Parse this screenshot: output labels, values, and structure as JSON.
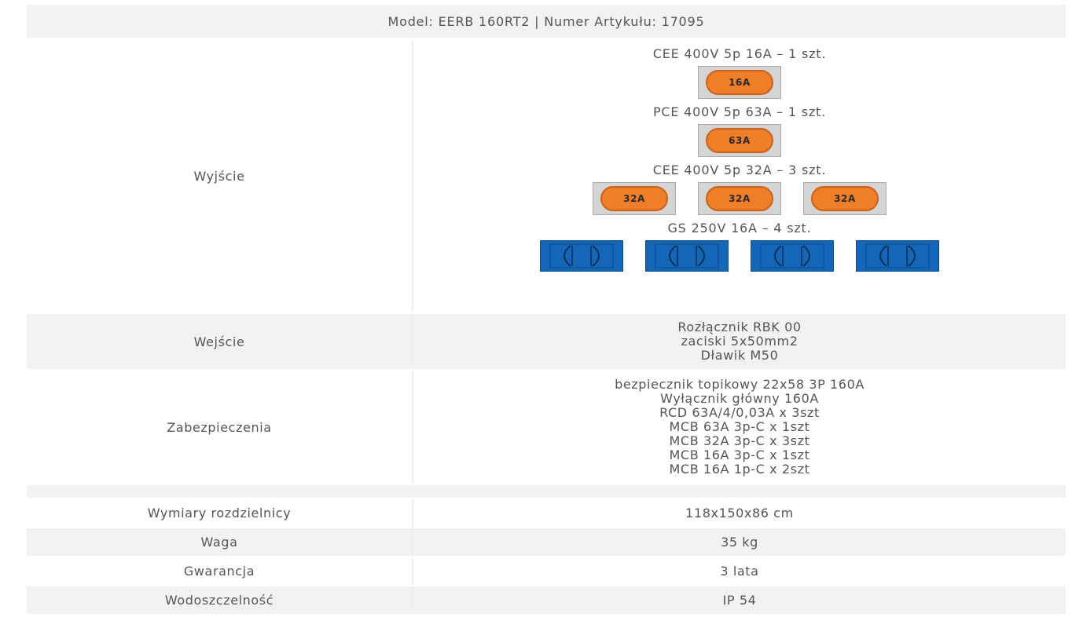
{
  "header": "Model: EERB 160RT2 | Numer Artykułu: 17095",
  "outputs": {
    "label": "Wyjście",
    "groups": [
      {
        "title": "CEE 400V 5p 16A – 1 szt.",
        "rating": "16A",
        "kind": "cee",
        "count": 1
      },
      {
        "title": "PCE 400V 5p 63A – 1 szt.",
        "rating": "63A",
        "kind": "cee",
        "count": 1
      },
      {
        "title": "CEE 400V 5p 32A – 3 szt.",
        "rating": "32A",
        "kind": "cee",
        "count": 3
      },
      {
        "title": "GS 250V 16A – 4 szt.",
        "rating": "",
        "kind": "gs",
        "count": 4
      }
    ]
  },
  "input": {
    "label": "Wejście",
    "lines": [
      "Rozłącznik RBK 00",
      "zaciski 5x50mm2",
      "Dławik M50"
    ]
  },
  "protection": {
    "label": "Zabezpieczenia",
    "lines": [
      "bezpiecznik topikowy 22x58 3P 160A",
      "Wyłącznik główny 160A",
      "RCD 63A/4/0,03A x 3szt",
      "MCB 63A 3p-C x 1szt",
      "MCB 32A 3p-C x 3szt",
      "MCB 16A 3p-C x 1szt",
      "MCB 16A 1p-C x 2szt"
    ]
  },
  "specs": [
    {
      "label": "Wymiary rozdzielnicy",
      "value": "118x150x86 cm"
    },
    {
      "label": "Waga",
      "value": "35 kg"
    },
    {
      "label": "Gwarancja",
      "value": "3 lata"
    },
    {
      "label": "Wodoszczelność",
      "value": "IP 54"
    }
  ],
  "colors": {
    "row_gray": "#f2f2f2",
    "cee_orange": "#f07d28",
    "gs_blue": "#1467b8"
  },
  "icons": {
    "cee": "cee-socket-icon",
    "gs": "schuko-socket-icon"
  }
}
